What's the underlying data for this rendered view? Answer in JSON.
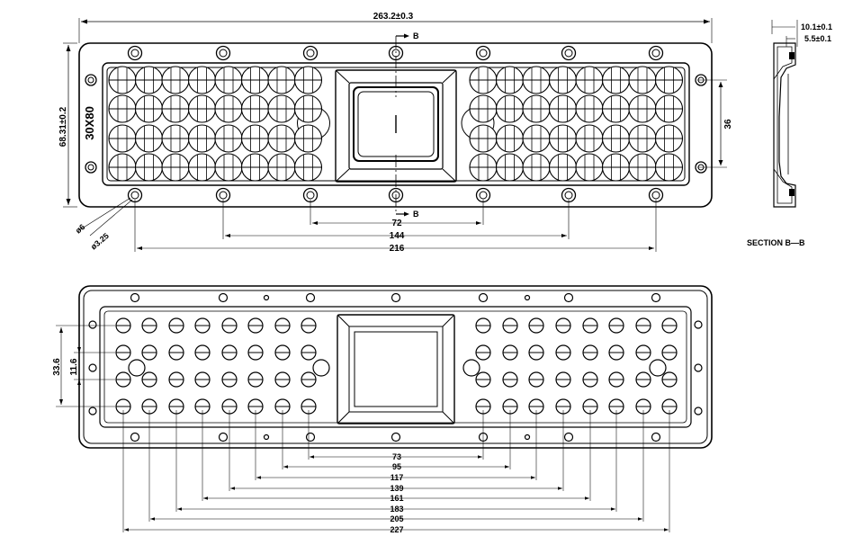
{
  "top_view": {
    "overall_length": "263.2±0.3",
    "overall_height": "68.31±0.2",
    "lens_label": "30X80",
    "section_marker": "B",
    "row_span": "36",
    "hole_dia_large": "ø6",
    "hole_dia_small": "ø3.25",
    "hole_spacings": [
      "72",
      "144",
      "216"
    ]
  },
  "section_view": {
    "dim_total": "10.1±0.1",
    "dim_flange": "5.5±0.1",
    "title": "SECTION  B—B"
  },
  "bottom_view": {
    "row_pitch": "11.6",
    "rows_span": "33.6",
    "column_spacings": [
      "73",
      "95",
      "117",
      "139",
      "161",
      "183",
      "205",
      "227"
    ]
  }
}
